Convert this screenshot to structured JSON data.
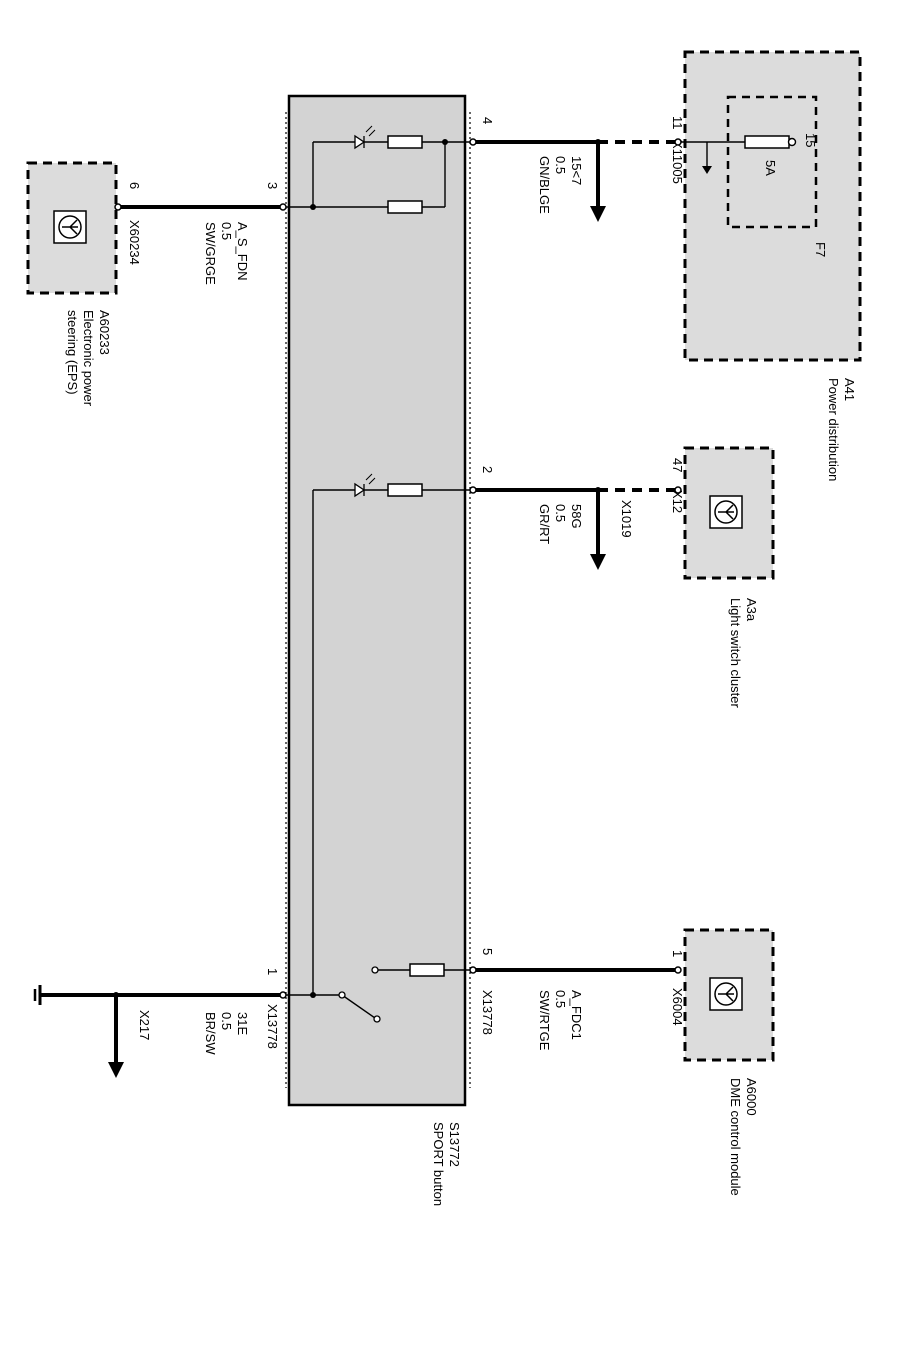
{
  "components": {
    "a41": {
      "code": "A41",
      "name": "Power distribution"
    },
    "f7": {
      "code": "F7",
      "rating": "5A",
      "terminal": "15"
    },
    "a3a": {
      "code": "A3a",
      "name": "Light switch cluster"
    },
    "a6000": {
      "code": "A6000",
      "name": "DME control module"
    },
    "a60233": {
      "code": "A60233",
      "name_line1": "Electronic power",
      "name_line2": "steering (EPS)"
    },
    "s13772": {
      "code": "S13772",
      "name": "SPORT button"
    }
  },
  "connectors": {
    "x11005": "X11005",
    "x1019": "X1019",
    "x12": "X12",
    "x6004": "X6004",
    "x13778_top": "X13778",
    "x13778_bottom": "X13778",
    "x217": "X217",
    "x60234": "X60234"
  },
  "pins": {
    "a41_pin": "11",
    "a3a_pin": "47",
    "a6000_pin": "1",
    "eps_pin": "6",
    "sw_pin4": "4",
    "sw_pin2": "2",
    "sw_pin5": "5",
    "sw_pin3": "3",
    "sw_pin1": "1"
  },
  "wires": {
    "w_15": {
      "signal": "15<7",
      "gauge": "0.5",
      "color": "GN/BLGE"
    },
    "w_58g": {
      "signal": "58G",
      "gauge": "0.5",
      "color": "GR/RT"
    },
    "w_fdc1": {
      "signal": "A_FDC1",
      "gauge": "0.5",
      "color": "SW/RTGE"
    },
    "w_fdn": {
      "signal": "A_S_FDN",
      "gauge": "0.5",
      "color": "SW/GRGE"
    },
    "w_31e": {
      "signal": "31E",
      "gauge": "0.5",
      "color": "BR/SW"
    }
  }
}
